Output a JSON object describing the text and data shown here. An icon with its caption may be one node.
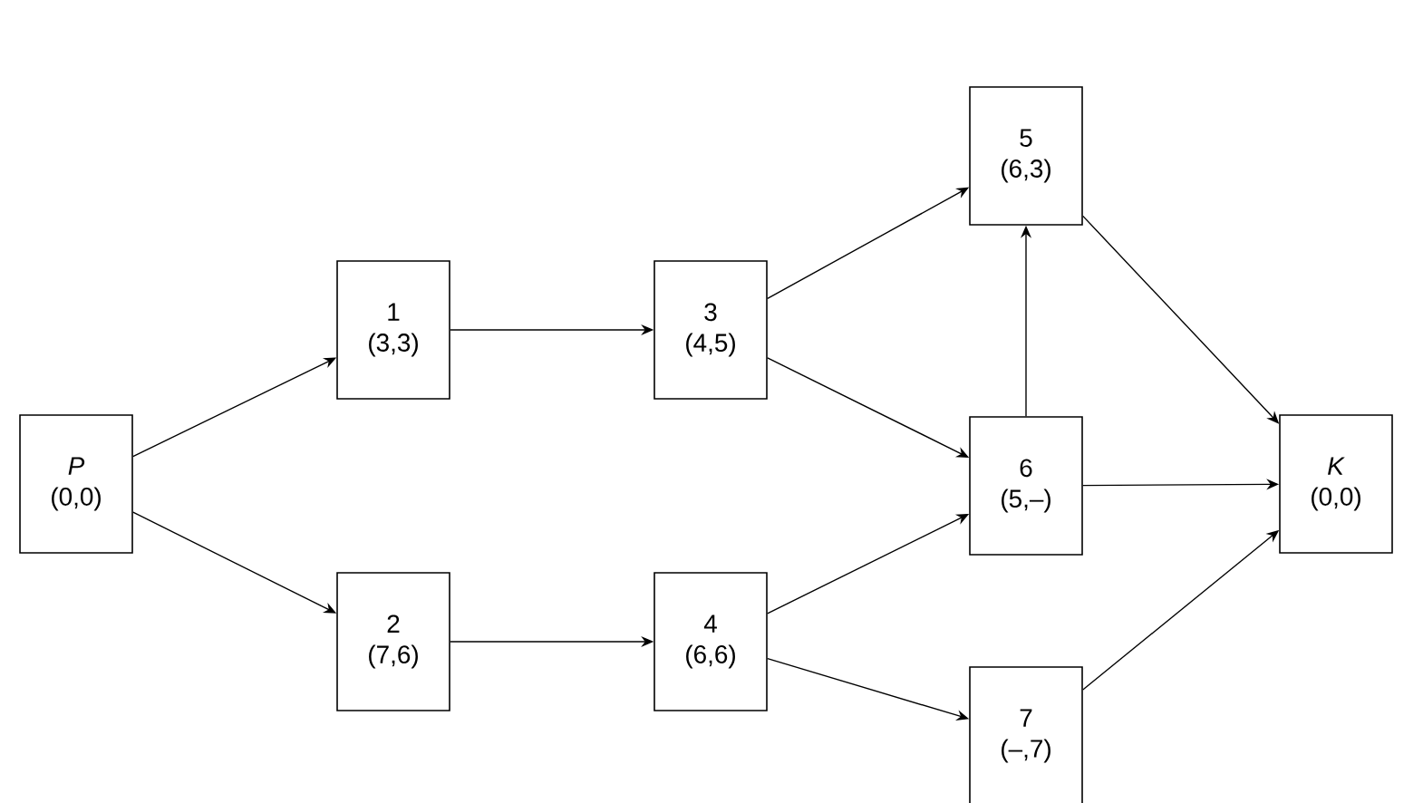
{
  "diagram": {
    "nodes": [
      {
        "text": [
          "*P*",
          "(0,0)"
        ]
      },
      {
        "text": [
          "1",
          "(3,3)"
        ]
      },
      {
        "text": [
          "2",
          "(7,6)"
        ]
      },
      {
        "text": [
          "3",
          "(4,5)"
        ]
      },
      {
        "text": [
          "4",
          "(6,6)"
        ]
      },
      {
        "text": [
          "5",
          "(6,3)"
        ]
      },
      {
        "text": [
          "6",
          "(5,–)"
        ]
      },
      {
        "text": [
          "7",
          "(–,7)"
        ]
      },
      {
        "text": [
          "*K*",
          "(0,0)"
        ]
      }
    ],
    "edges": [
      {
        "from": 0,
        "to": 1,
        "arrow": "to"
      },
      {
        "from": 0,
        "to": 2,
        "arrow": "to"
      },
      {
        "from": 1,
        "to": 3,
        "arrow": "to"
      },
      {
        "from": 2,
        "to": 4,
        "arrow": "to"
      },
      {
        "from": 3,
        "to": 5,
        "arrow": "to"
      },
      {
        "from": 3,
        "to": 6,
        "arrow": "to"
      },
      {
        "from": 4,
        "to": 6,
        "arrow": "to"
      },
      {
        "from": 4,
        "to": 7,
        "arrow": "to"
      },
      {
        "from": 6,
        "to": 5,
        "arrow": "to"
      },
      {
        "from": 5,
        "to": 8,
        "arrow": "to"
      },
      {
        "from": 6,
        "to": 8,
        "arrow": "to"
      },
      {
        "from": 7,
        "to": 8,
        "arrow": "to"
      }
    ]
  }
}
